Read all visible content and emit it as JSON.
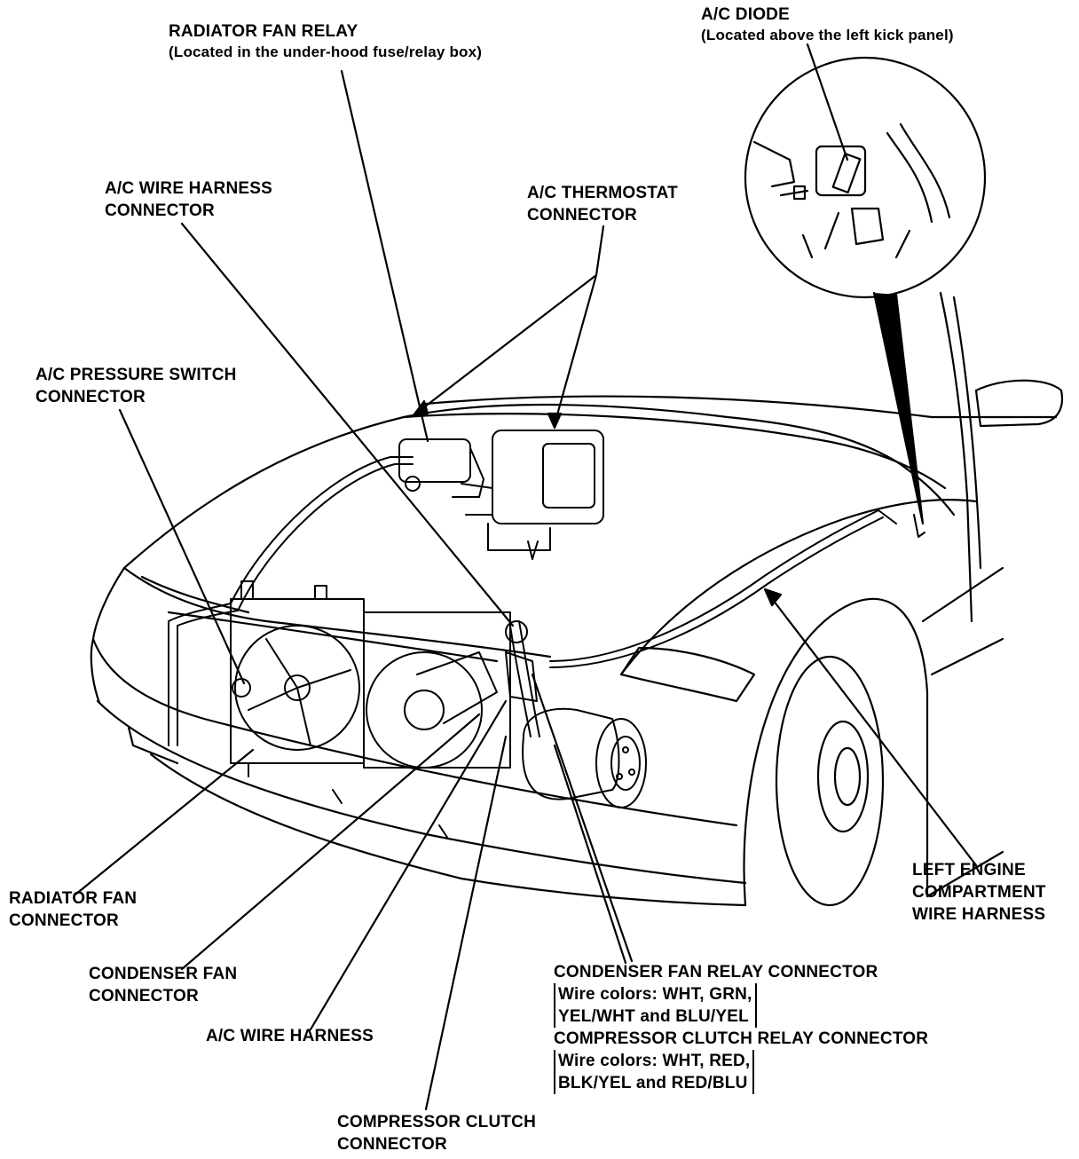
{
  "labels": {
    "radiator_fan_relay": {
      "title": "RADIATOR FAN RELAY",
      "note": "(Located in the under-hood fuse/relay box)"
    },
    "ac_diode": {
      "title": "A/C DIODE",
      "note": "(Located above the left kick panel)"
    },
    "ac_wire_harness_connector": {
      "line1": "A/C WIRE HARNESS",
      "line2": "CONNECTOR"
    },
    "ac_thermostat_connector": {
      "line1": "A/C THERMOSTAT",
      "line2": "CONNECTOR"
    },
    "ac_pressure_switch_connector": {
      "line1": "A/C PRESSURE SWITCH",
      "line2": "CONNECTOR"
    },
    "radiator_fan_connector": {
      "line1": "RADIATOR FAN",
      "line2": "CONNECTOR"
    },
    "condenser_fan_connector": {
      "line1": "CONDENSER FAN",
      "line2": "CONNECTOR"
    },
    "ac_wire_harness": {
      "line1": "A/C WIRE HARNESS"
    },
    "compressor_clutch_connector": {
      "line1": "COMPRESSOR CLUTCH",
      "line2": "CONNECTOR"
    },
    "left_engine_compartment_wire_harness": {
      "line1": "LEFT ENGINE",
      "line2": "COMPARTMENT",
      "line3": "WIRE HARNESS"
    },
    "condenser_fan_relay_connector": {
      "title": "CONDENSER FAN RELAY CONNECTOR",
      "wire_line1": "Wire colors: WHT, GRN,",
      "wire_line2": "YEL/WHT and BLU/YEL"
    },
    "compressor_clutch_relay_connector": {
      "title": "COMPRESSOR CLUTCH RELAY CONNECTOR",
      "wire_line1": "Wire colors: WHT, RED,",
      "wire_line2": "BLK/YEL and RED/BLU"
    }
  },
  "colors": {
    "ink": "#000000",
    "paper": "#ffffff"
  }
}
